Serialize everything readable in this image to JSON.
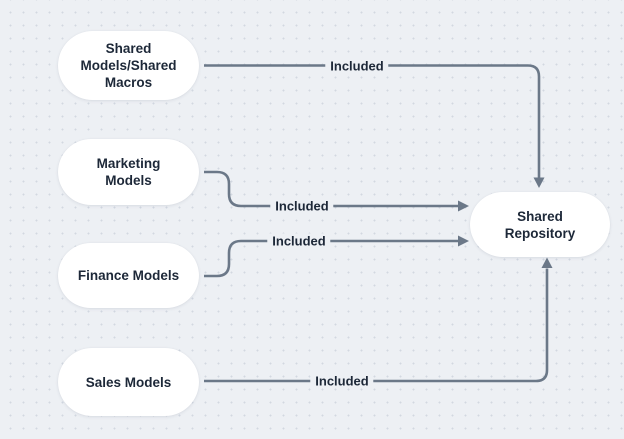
{
  "diagram": {
    "type": "flowchart",
    "colors": {
      "background": "#edf0f4",
      "grid_dot": "#d2d8e1",
      "node_fill": "#ffffff",
      "connector": "#6b7888",
      "text": "#1d2838"
    },
    "nodes": [
      {
        "id": "shared-models-shared-macros",
        "label": "Shared Models/Shared Macros"
      },
      {
        "id": "marketing-models",
        "label": "Marketing Models"
      },
      {
        "id": "finance-models",
        "label": "Finance Models"
      },
      {
        "id": "sales-models",
        "label": "Sales Models"
      },
      {
        "id": "shared-repository",
        "label": "Shared Repository"
      }
    ],
    "edges": [
      {
        "from": "shared-models-shared-macros",
        "to": "shared-repository",
        "label": "Included"
      },
      {
        "from": "marketing-models",
        "to": "shared-repository",
        "label": "Included"
      },
      {
        "from": "finance-models",
        "to": "shared-repository",
        "label": "Included"
      },
      {
        "from": "sales-models",
        "to": "shared-repository",
        "label": "Included"
      }
    ]
  }
}
